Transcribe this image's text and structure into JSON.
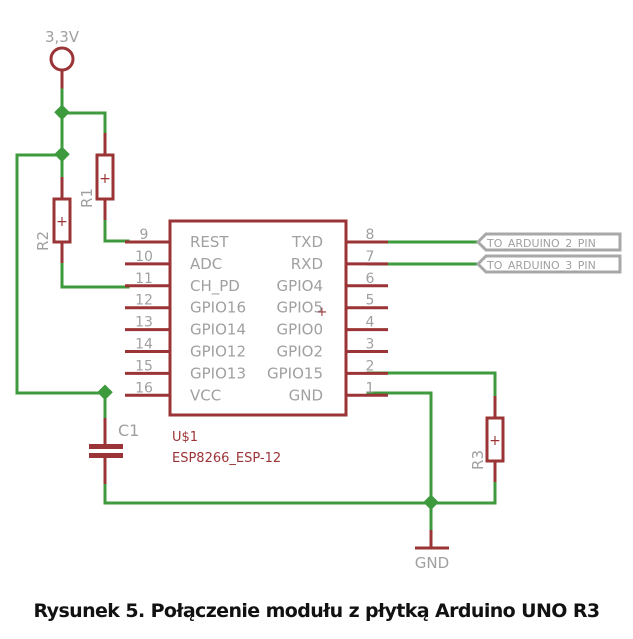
{
  "power": {
    "label": "3,3V"
  },
  "ground": {
    "label": "GND"
  },
  "chip": {
    "ref": "U$1",
    "value": "ESP8266_ESP-12",
    "left_pins": [
      {
        "num": "9",
        "name": "REST"
      },
      {
        "num": "10",
        "name": "ADC"
      },
      {
        "num": "11",
        "name": "CH_PD"
      },
      {
        "num": "12",
        "name": "GPIO16"
      },
      {
        "num": "13",
        "name": "GPIO14"
      },
      {
        "num": "14",
        "name": "GPIO12"
      },
      {
        "num": "15",
        "name": "GPIO13"
      },
      {
        "num": "16",
        "name": "VCC"
      }
    ],
    "right_pins": [
      {
        "num": "8",
        "name": "TXD"
      },
      {
        "num": "7",
        "name": "RXD"
      },
      {
        "num": "6",
        "name": "GPIO4"
      },
      {
        "num": "5",
        "name": "GPIO5"
      },
      {
        "num": "4",
        "name": "GPIO0"
      },
      {
        "num": "3",
        "name": "GPIO2"
      },
      {
        "num": "2",
        "name": "GPIO15"
      },
      {
        "num": "1",
        "name": "GND"
      }
    ]
  },
  "resistors": [
    {
      "ref": "R1"
    },
    {
      "ref": "R2"
    },
    {
      "ref": "R3"
    }
  ],
  "capacitor": {
    "ref": "C1"
  },
  "net_labels": [
    {
      "text": "TO_ARDUINO_2_PIN"
    },
    {
      "text": "TO_ARDUINO_3_PIN"
    }
  ],
  "caption": "Rysunek 5. Połączenie modułu z płytką Arduino UNO R3"
}
